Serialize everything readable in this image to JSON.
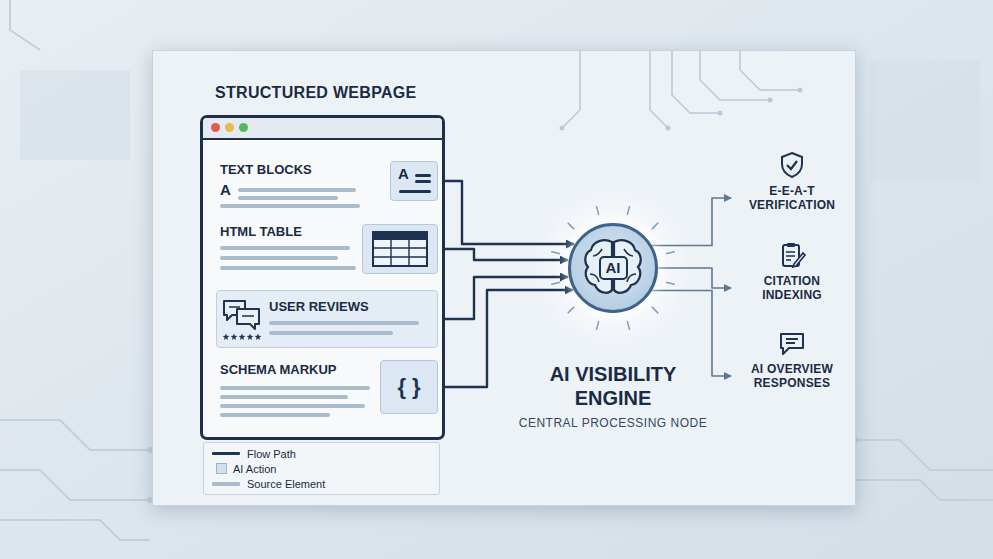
{
  "diagram": {
    "nodes": [
      {
        "text": [
          "STRUCTURED WEBPAGE"
        ]
      },
      {
        "text": [
          "TEXT BLOCKS"
        ],
        "in": 0
      },
      {
        "text": [
          "HTML TABLE"
        ],
        "in": 0
      },
      {
        "text": [
          "USER REVIEWS"
        ],
        "in": 0
      },
      {
        "text": [
          "SCHEMA MARKUP"
        ],
        "in": 0
      },
      {
        "text": [
          "AI"
        ]
      },
      {
        "text": [
          "E-E-A-T VERIFICATION"
        ]
      },
      {
        "text": [
          "CITATION INDEXING"
        ]
      },
      {
        "text": [
          "AI OVERVIEW RESPONSES"
        ]
      }
    ],
    "edges": [
      {
        "from": 1,
        "to": 5,
        "arrow": "to"
      },
      {
        "from": 2,
        "to": 5,
        "arrow": "to"
      },
      {
        "from": 3,
        "to": 5,
        "arrow": "to"
      },
      {
        "from": 4,
        "to": 5,
        "arrow": "to"
      },
      {
        "from": 5,
        "to": 6,
        "arrow": "to"
      },
      {
        "from": 5,
        "to": 7,
        "arrow": "to"
      },
      {
        "from": 5,
        "to": 8,
        "arrow": "to"
      }
    ],
    "labels": [
      "A",
      "A",
      "{ }",
      "AI VISIBILITY ENGINE",
      "CENTRAL PROCESSING NODE"
    ],
    "legend": [
      {
        "text": "Flow Path"
      },
      {
        "text": "AI Action",
        "color": "#d3e0ec"
      },
      {
        "text": "Source Element"
      }
    ]
  }
}
